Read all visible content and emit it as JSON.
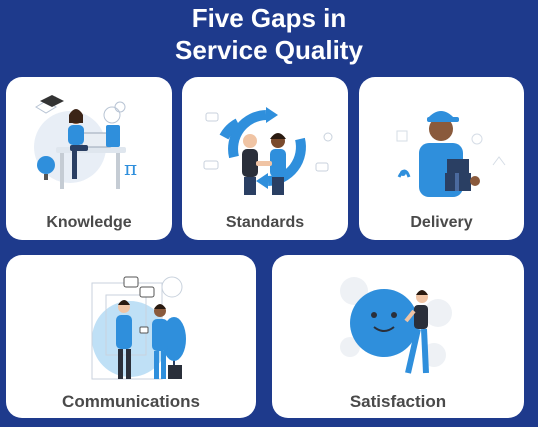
{
  "header": {
    "title_line1": "Five Gaps in",
    "title_line2": "Service Quality"
  },
  "cards": [
    {
      "label": "Knowledge",
      "icon": "student-studying-icon"
    },
    {
      "label": "Standards",
      "icon": "handshake-cycle-icon"
    },
    {
      "label": "Delivery",
      "icon": "delivery-person-icon"
    },
    {
      "label": "Communications",
      "icon": "two-people-talking-icon"
    },
    {
      "label": "Satisfaction",
      "icon": "happy-ball-person-icon"
    }
  ],
  "colors": {
    "background": "#1e3a8c",
    "card": "#ffffff",
    "accent": "#2f8fdc",
    "label": "#4a4a4a"
  }
}
